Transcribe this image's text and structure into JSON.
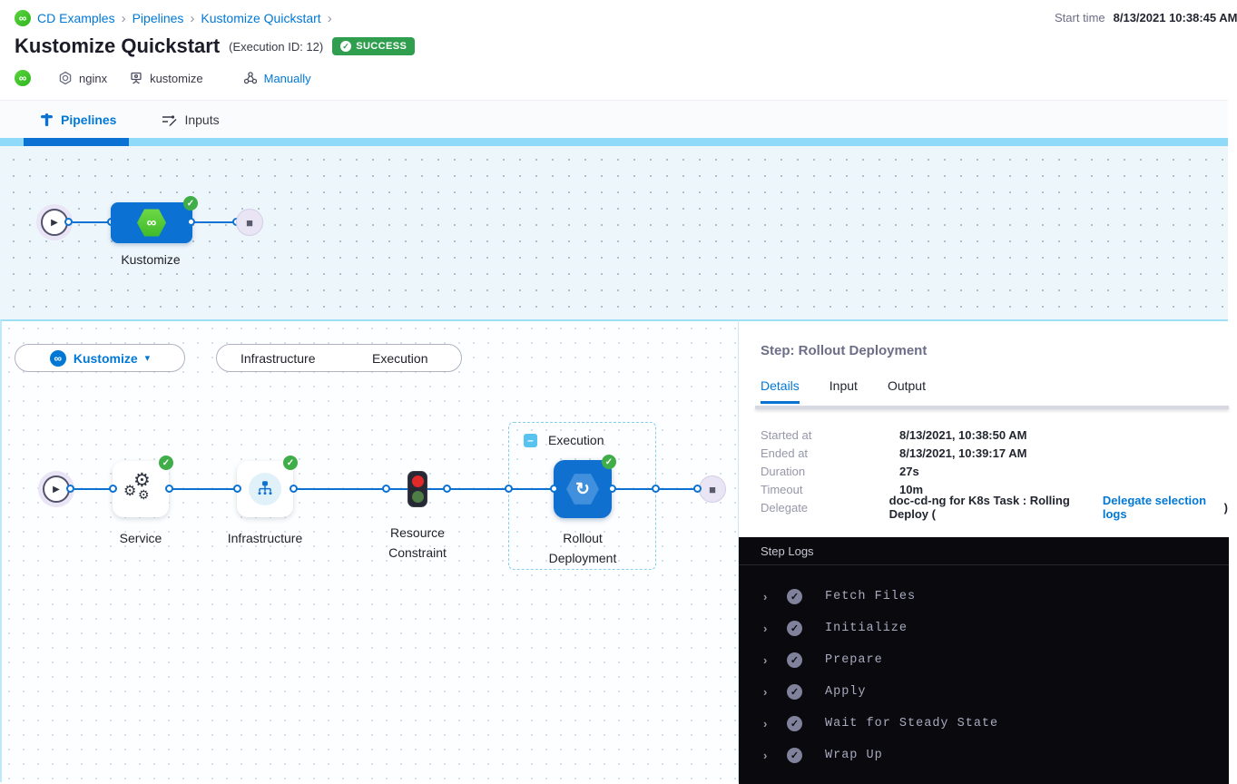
{
  "colors": {
    "accent_blue": "#0b72d3",
    "link_blue": "#0278d5",
    "success_green": "#3fae49",
    "log_bg": "#0a0a0e"
  },
  "icons": {
    "chevron_right": "›",
    "caret_down": "▾",
    "check": "✓",
    "play": "▶",
    "stop": "■",
    "minus": "–",
    "refresh": "↻",
    "cd_link": "∞",
    "gear": "⚙"
  },
  "breadcrumb": {
    "items": [
      "CD Examples",
      "Pipelines",
      "Kustomize Quickstart"
    ]
  },
  "header": {
    "title": "Kustomize Quickstart",
    "execution_id": "(Execution ID: 12)",
    "status": "SUCCESS",
    "start_time_label": "Start time",
    "start_time": "8/13/2021 10:38:45 AM",
    "tags": {
      "service": "nginx",
      "environment": "kustomize",
      "trigger": "Manually"
    }
  },
  "header_tabs": [
    {
      "label": "Pipelines"
    },
    {
      "label": "Inputs"
    }
  ],
  "stage_graph": {
    "stage_label": "Kustomize"
  },
  "execution_graph": {
    "stage_selector": "Kustomize",
    "toggle": {
      "infrastructure": "Infrastructure",
      "execution": "Execution"
    },
    "group_label": "Execution",
    "nodes": {
      "service": "Service",
      "infrastructure": "Infrastructure",
      "resource_constraint_line1": "Resource",
      "resource_constraint_line2": "Constraint",
      "rollout_line1": "Rollout",
      "rollout_line2": "Deployment"
    }
  },
  "step_panel": {
    "title": "Step: Rollout Deployment",
    "tabs": [
      "Details",
      "Input",
      "Output"
    ],
    "details": [
      {
        "label": "Started at",
        "value": "8/13/2021, 10:38:50 AM"
      },
      {
        "label": "Ended at",
        "value": "8/13/2021, 10:39:17 AM"
      },
      {
        "label": "Duration",
        "value": "27s"
      },
      {
        "label": "Timeout",
        "value": "10m"
      }
    ],
    "delegate": {
      "label": "Delegate",
      "prefix": "doc-cd-ng for K8s Task : Rolling Deploy (",
      "link": "Delegate selection logs",
      "suffix": ")"
    }
  },
  "step_logs": {
    "title": "Step Logs",
    "sections": [
      "Fetch Files",
      "Initialize",
      "Prepare",
      "Apply",
      "Wait for Steady State",
      "Wrap Up"
    ]
  }
}
